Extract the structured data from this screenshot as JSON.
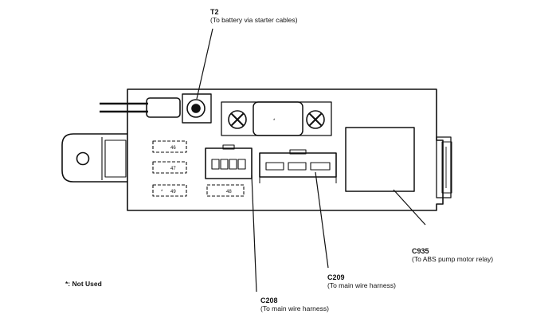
{
  "callouts": {
    "t2": {
      "code": "T2",
      "desc": "(To battery via starter cables)"
    },
    "c935": {
      "code": "C935",
      "desc": "(To ABS pump motor relay)"
    },
    "c209": {
      "code": "C209",
      "desc": "(To main wire harness)"
    },
    "c208": {
      "code": "C208",
      "desc": "(To main wire harness)"
    }
  },
  "legend": {
    "text": "*: Not Used"
  },
  "fuse_labels": [
    "46",
    "47",
    "48",
    "49",
    "*"
  ],
  "center_fuse_label": "*"
}
